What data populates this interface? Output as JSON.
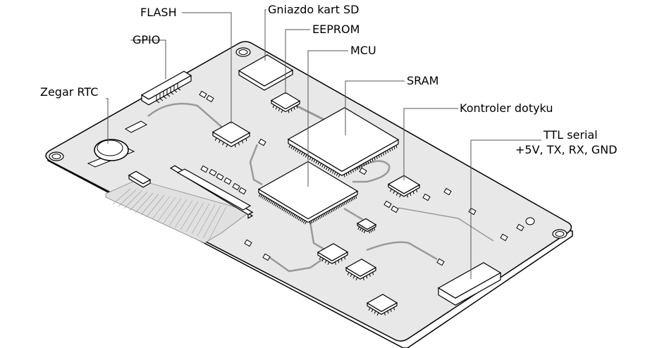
{
  "labels": {
    "flash": "FLASH",
    "sd": "Gniazdo kart SD",
    "eeprom": "EEPROM",
    "mcu": "MCU",
    "gpio": "GPIO",
    "sram": "SRAM",
    "rtc": "Zegar RTC",
    "touch": "Kontroler dotyku",
    "ttl_line1": "TTL serial",
    "ttl_line2": "+5V, TX, RX, GND"
  },
  "colors": {
    "board": "#e8e8e8",
    "outline": "#000000",
    "leader": "#555555",
    "trace": "#9a9a9a"
  }
}
